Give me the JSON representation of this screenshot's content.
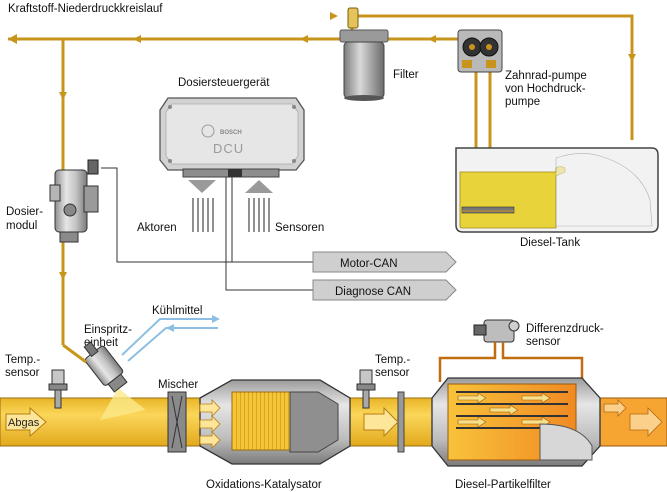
{
  "labels": {
    "fuel_circuit": "Kraftstoff-Niederdruckkreislauf",
    "filter": "Filter",
    "gear_pump_1": "Zahnrad-pumpe",
    "gear_pump_2": "von Hochdruck-",
    "gear_pump_3": "pumpe",
    "diesel_tank": "Diesel-Tank",
    "control_unit": "Dosiersteuergerät",
    "dosing_module_1": "Dosier-",
    "dosing_module_2": "modul",
    "actuators": "Aktoren",
    "sensors": "Sensoren",
    "motor_can": "Motor-CAN",
    "diagnose_can": "Diagnose CAN",
    "coolant": "Kühlmittel",
    "injection_unit_1": "Einspritz-",
    "injection_unit_2": "einheit",
    "temp_sensor_left_1": "Temp.-",
    "temp_sensor_left_2": "sensor",
    "mixer": "Mischer",
    "temp_sensor_right_1": "Temp.-",
    "temp_sensor_right_2": "sensor",
    "diff_pressure_1": "Differenzdruck-",
    "diff_pressure_2": "sensor",
    "exhaust": "Abgas",
    "oxidation_catalyst": "Oxidations-Katalysator",
    "diesel_particle_filter": "Diesel-Partikelfilter",
    "dcu_text": "DCU",
    "brand_text": "BOSCH"
  },
  "colors": {
    "fuel_line": "#c8951c",
    "exhaust_yellow": "#f7cc3c",
    "exhaust_light": "#fde9a0",
    "exhaust_orange": "#f29a2e",
    "fuel_liquid": "#e8d43a",
    "metal_dark": "#6f6f6f",
    "metal_light": "#d6d6d6",
    "can_tag": "#cfcfcf",
    "coolant_blue": "#9cc9e9"
  },
  "icons": [
    "fuel-filter-icon",
    "gear-pump-icon",
    "diesel-tank-icon",
    "control-unit-icon",
    "dosing-module-icon",
    "injector-icon",
    "mixer-icon",
    "oxidation-catalyst-icon",
    "particle-filter-icon",
    "temperature-sensor-icon",
    "differential-pressure-sensor-icon"
  ]
}
